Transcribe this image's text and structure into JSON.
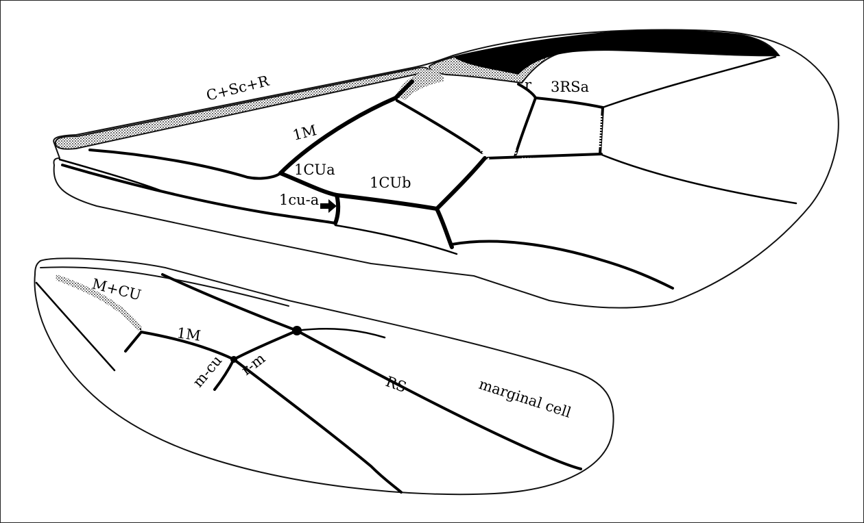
{
  "labels": {
    "c_sc_r": "C+Sc+R",
    "fw_1m": "1M",
    "r": "r",
    "rsa3": "3RSa",
    "cua1": "1CUa",
    "cub1": "1CUb",
    "cu_a1": "1cu-a",
    "m_cu_hind": "M+CU",
    "hw_1m": "1M",
    "r_m": "r-m",
    "m_cu": "m-cu",
    "rs": "RS",
    "marginal_cell": "marginal cell"
  },
  "colors": {
    "vein": "#000000",
    "outline": "#111111",
    "background": "#ffffff",
    "frame": "#222222"
  }
}
